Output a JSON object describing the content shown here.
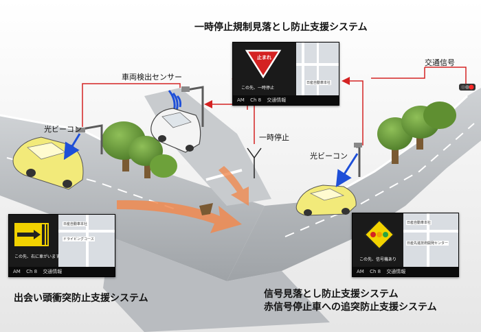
{
  "labels": {
    "top_title": "一時停止規制見落とし防止支援システム",
    "sensor": "車両検出センサー",
    "signal": "交通信号",
    "beacon_left": "光ビーコン",
    "beacon_right": "光ビーコン",
    "stop": "一時停止",
    "bottom_left": "出会い頭衝突防止支援システム",
    "bottom_right_1": "信号見落とし防止支援システム",
    "bottom_right_2": "赤信号停止車への追突防止支援システム"
  },
  "panels": {
    "top": {
      "sign_text": "止まれ",
      "message": "この先、一時停止",
      "status_am": "AM",
      "status_ch": "Ch 8",
      "status_info": "交通情報",
      "map_label": "日産自動車本社"
    },
    "left": {
      "message": "この先、右に車がいます",
      "status_am": "AM",
      "status_ch": "Ch 8",
      "status_info": "交通情報",
      "map_label_1": "日産自動車本社",
      "map_label_2": "ドライビングコース"
    },
    "right": {
      "message": "この先、信号機あり",
      "status_am": "AM",
      "status_ch": "Ch 8",
      "status_info": "交通情報",
      "map_label_1": "日産自動車本社",
      "map_label_2": "日産先進技術開発センター"
    }
  },
  "colors": {
    "accent_red": "#d42222",
    "beacon_blue": "#1e4fd8",
    "flow_arrow": "#f08a50",
    "car_yellow": "#f2ea7a"
  }
}
